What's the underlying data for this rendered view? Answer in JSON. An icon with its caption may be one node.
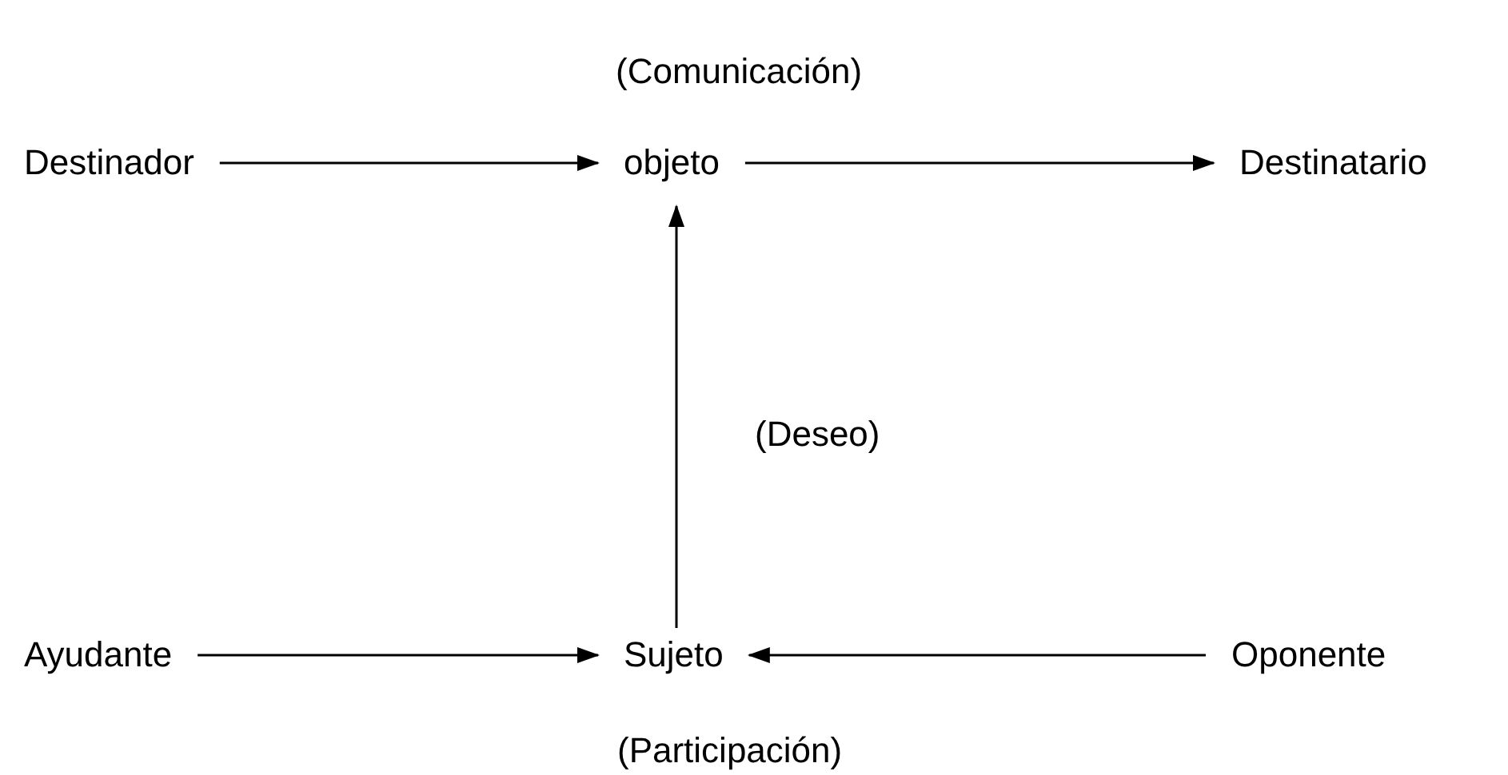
{
  "diagram": {
    "nodes": [
      {
        "text": [
          "Destinador"
        ]
      },
      {
        "text": [
          "objeto"
        ]
      },
      {
        "text": [
          "Destinatario"
        ]
      },
      {
        "text": [
          "Ayudante"
        ]
      },
      {
        "text": [
          "Sujeto"
        ]
      },
      {
        "text": [
          "Oponente"
        ]
      }
    ],
    "edges": [
      {
        "from": 0,
        "to": 1,
        "arrow": "to"
      },
      {
        "from": 1,
        "to": 2,
        "arrow": "to"
      },
      {
        "from": 4,
        "to": 1,
        "arrow": "to"
      },
      {
        "from": 3,
        "to": 4,
        "arrow": "to"
      },
      {
        "from": 5,
        "to": 4,
        "arrow": "to"
      }
    ],
    "labels": [
      "(Comunicación)",
      "(Deseo)",
      "(Participación)"
    ]
  }
}
